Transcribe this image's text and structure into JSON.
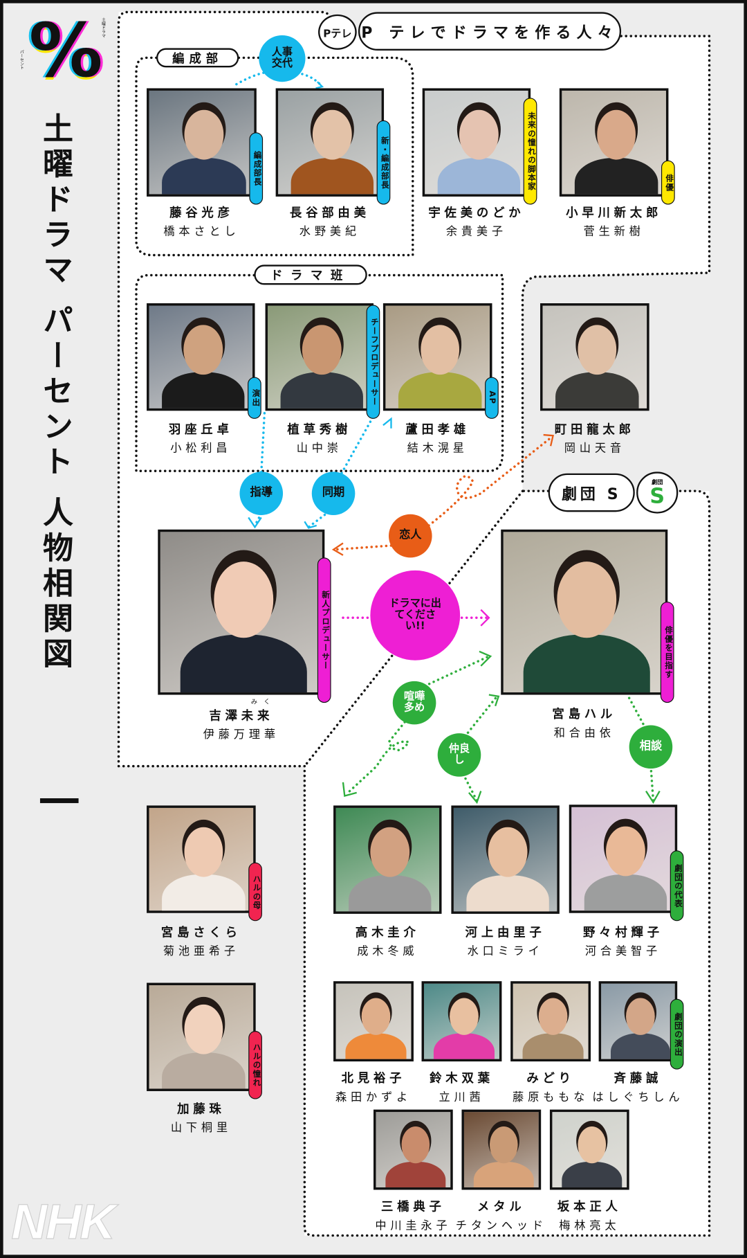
{
  "logo": {
    "symbol": "%",
    "small_top": "土曜ドラマ",
    "small_bottom": "パーセント"
  },
  "title": "土曜ドラマ パーセント 人物相関図",
  "broadcaster": "NHK",
  "groups": {
    "ptele_logo": "Pテレ",
    "ptele": "P テレでドラマを作る人々",
    "hensei": "編成部",
    "drama_han": "ドラマ班",
    "gekidan": "劇団 S",
    "gekidan_logo": "劇団"
  },
  "relations": {
    "jinji": "人事交代",
    "shido": "指導",
    "doki": "同期",
    "koibito": "恋人",
    "offer": "ドラマに出てください!!",
    "kenka": "喧嘩多め",
    "nakayoshi": "仲良し",
    "sodan": "相談"
  },
  "colors": {
    "cyan": "#16b9ec",
    "magenta": "#ee1fd4",
    "orange": "#e85d17",
    "green": "#2eae3c",
    "yellow": "#ffe800",
    "red": "#f12450"
  },
  "persons": [
    {
      "role": "藤谷光彦",
      "actor": "橋本さとし",
      "tag": "編成部長",
      "tag_color": "cyan"
    },
    {
      "role": "長谷部由美",
      "actor": "水野美紀",
      "tag": "新・編成部長",
      "tag_color": "cyan"
    },
    {
      "role": "宇佐美のどか",
      "actor": "余貴美子",
      "tag": "未来の憧れの脚本家",
      "tag_color": "yellow"
    },
    {
      "role": "小早川新太郎",
      "actor": "菅生新樹",
      "tag": "俳優",
      "tag_color": "yellow"
    },
    {
      "role": "羽座丘卓",
      "actor": "小松利昌",
      "tag": "演出",
      "tag_color": "cyan"
    },
    {
      "role": "植草秀樹",
      "actor": "山中崇",
      "tag": "チーフプロデューサー",
      "tag_color": "cyan"
    },
    {
      "role": "蘆田孝雄",
      "actor": "結木滉星",
      "tag": "AP",
      "tag_color": "cyan"
    },
    {
      "role": "町田龍太郎",
      "actor": "岡山天音"
    },
    {
      "role": "吉澤未来",
      "ruby": "みく",
      "actor": "伊藤万理華",
      "tag": "新人プロデューサー",
      "tag_color": "magenta"
    },
    {
      "role": "宮島ハル",
      "actor": "和合由依",
      "tag": "俳優を目指す",
      "tag_color": "magenta"
    },
    {
      "role": "宮島さくら",
      "actor": "菊池亜希子",
      "tag": "ハルの母",
      "tag_color": "red"
    },
    {
      "role": "加藤珠",
      "actor": "山下桐里",
      "tag": "ハルの憧れ",
      "tag_color": "red"
    },
    {
      "role": "高木圭介",
      "actor": "成木冬威"
    },
    {
      "role": "河上由里子",
      "actor": "水口ミライ"
    },
    {
      "role": "野々村輝子",
      "actor": "河合美智子",
      "tag": "劇団の代表",
      "tag_color": "green"
    },
    {
      "role": "北見裕子",
      "actor": "森田かずよ"
    },
    {
      "role": "鈴木双葉",
      "actor": "立川茜"
    },
    {
      "role": "みどり",
      "actor": "藤原ももな"
    },
    {
      "role": "斉藤誠",
      "actor": "はしぐちしん",
      "tag": "劇団の演出",
      "tag_color": "green"
    },
    {
      "role": "三橋典子",
      "actor": "中川圭永子"
    },
    {
      "role": "メタル",
      "actor": "チタンヘッド"
    },
    {
      "role": "坂本正人",
      "actor": "梅林亮太"
    }
  ]
}
